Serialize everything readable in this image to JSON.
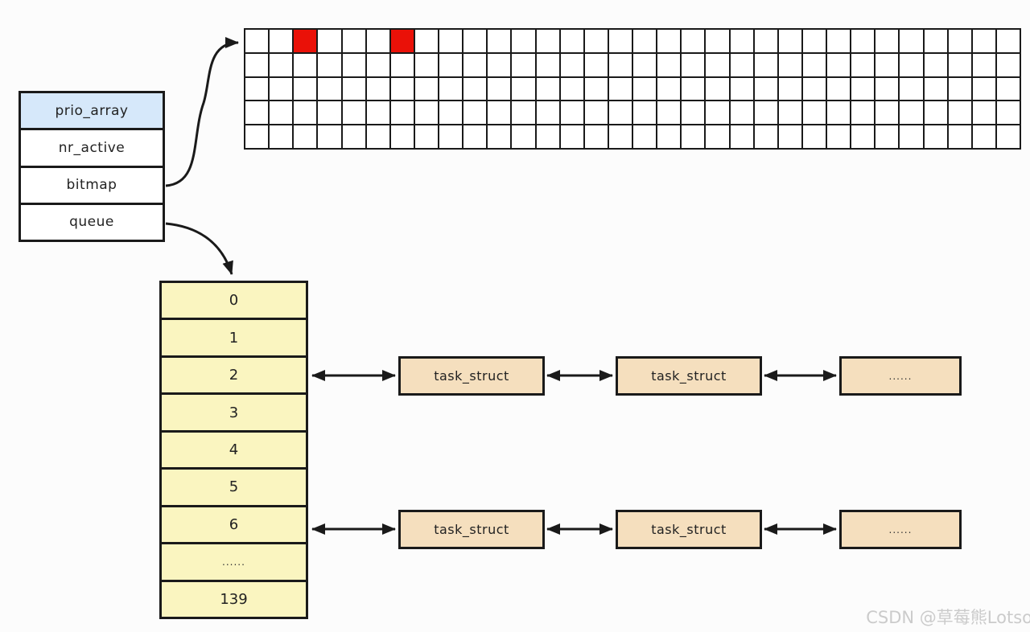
{
  "struct_box": {
    "title": "prio_array",
    "fields": [
      "nr_active",
      "bitmap",
      "queue"
    ]
  },
  "bitmap_grid": {
    "rows": 5,
    "cols": 32,
    "set_bits": [
      {
        "row": 0,
        "col": 2
      },
      {
        "row": 0,
        "col": 6
      }
    ]
  },
  "priority_array": {
    "rows": [
      "0",
      "1",
      "2",
      "3",
      "4",
      "5",
      "6",
      "......",
      "139"
    ],
    "linked_rows": [
      "2",
      "6"
    ]
  },
  "task_chains": [
    {
      "priority_row": "2",
      "boxes": [
        "task_struct",
        "task_struct",
        "......"
      ]
    },
    {
      "priority_row": "6",
      "boxes": [
        "task_struct",
        "task_struct",
        "......"
      ]
    }
  ],
  "watermark": {
    "text": "CSDN @草莓熊Lotso"
  },
  "colors": {
    "border": "#1a1a1a",
    "struct_header_blue": "#d6e8fa",
    "priority_yellow": "#faf5c0",
    "task_peach": "#f5dfbe",
    "bit_set_red": "#ea1108"
  }
}
